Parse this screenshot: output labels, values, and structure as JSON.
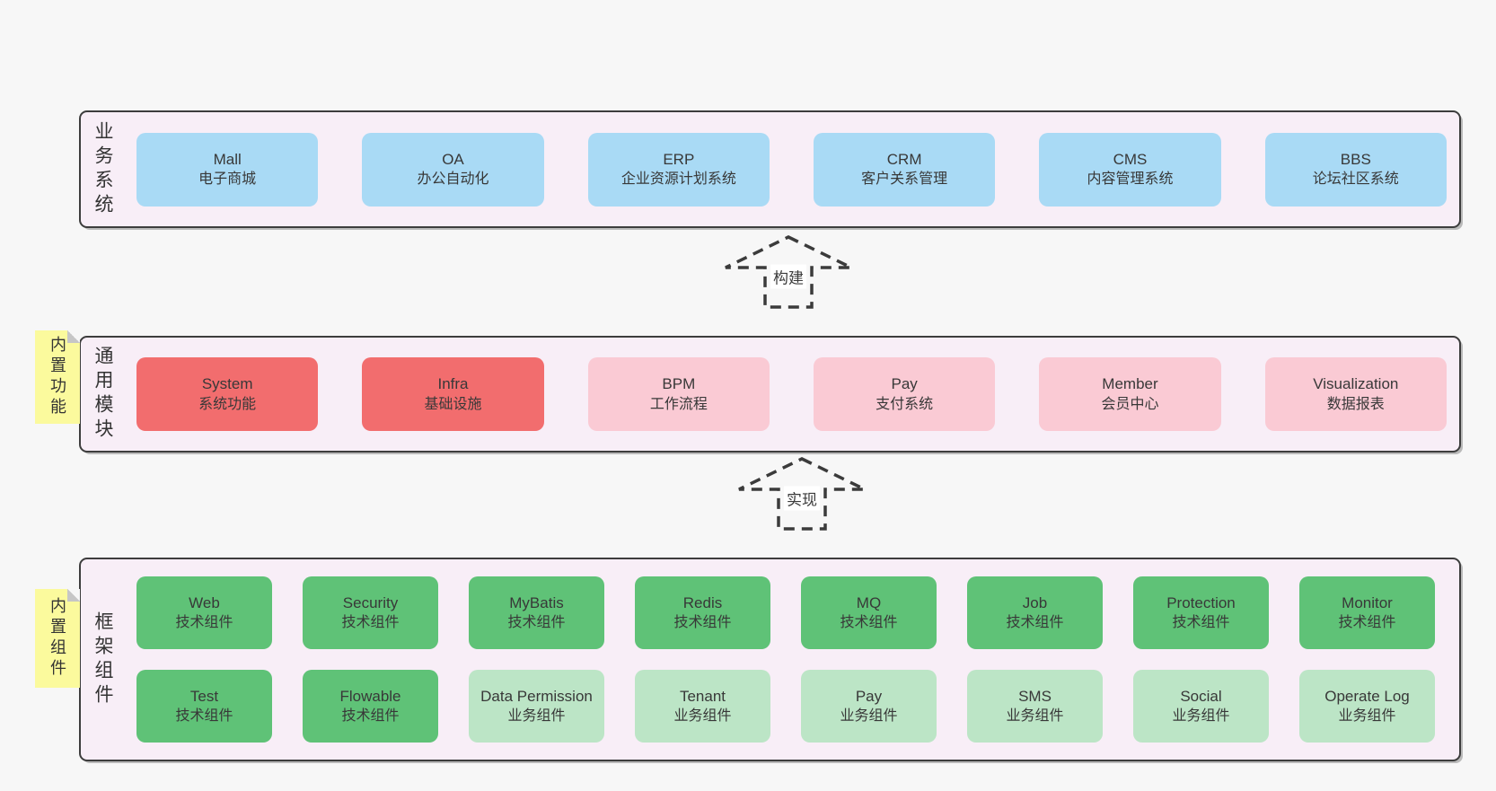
{
  "colors": {
    "page_bg": "#f7f7f7",
    "container_bg": "#f8eef7",
    "container_border": "#3d3d3d",
    "blue": "#a9daf5",
    "red": "#f26d6e",
    "pink": "#facad4",
    "green": "#5fc277",
    "green_light": "#bce5c6",
    "sticky": "#fbfa9d",
    "sticky_fold": "#c6c6c6",
    "arrow_stroke": "#3b3b3b",
    "label_bg": "#ffffff"
  },
  "arrows": [
    {
      "label": "构建"
    },
    {
      "label": "实现"
    }
  ],
  "layers": [
    {
      "id": "business",
      "side_label": "业务系统",
      "sticky": null,
      "rows": [
        [
          {
            "title": "Mall",
            "subtitle": "电子商城",
            "variant": "blue"
          },
          {
            "title": "OA",
            "subtitle": "办公自动化",
            "variant": "blue"
          },
          {
            "title": "ERP",
            "subtitle": "企业资源计划系统",
            "variant": "blue"
          },
          {
            "title": "CRM",
            "subtitle": "客户关系管理",
            "variant": "blue"
          },
          {
            "title": "CMS",
            "subtitle": "内容管理系统",
            "variant": "blue"
          },
          {
            "title": "BBS",
            "subtitle": "论坛社区系统",
            "variant": "blue"
          }
        ]
      ]
    },
    {
      "id": "modules",
      "side_label": "通用模块",
      "sticky": "内置功能",
      "rows": [
        [
          {
            "title": "System",
            "subtitle": "系统功能",
            "variant": "red"
          },
          {
            "title": "Infra",
            "subtitle": "基础设施",
            "variant": "red"
          },
          {
            "title": "BPM",
            "subtitle": "工作流程",
            "variant": "pink"
          },
          {
            "title": "Pay",
            "subtitle": "支付系统",
            "variant": "pink"
          },
          {
            "title": "Member",
            "subtitle": "会员中心",
            "variant": "pink"
          },
          {
            "title": "Visualization",
            "subtitle": "数据报表",
            "variant": "pink"
          }
        ]
      ]
    },
    {
      "id": "components",
      "side_label": "框架组件",
      "sticky": "内置组件",
      "rows": [
        [
          {
            "title": "Web",
            "subtitle": "技术组件",
            "variant": "green"
          },
          {
            "title": "Security",
            "subtitle": "技术组件",
            "variant": "green"
          },
          {
            "title": "MyBatis",
            "subtitle": "技术组件",
            "variant": "green"
          },
          {
            "title": "Redis",
            "subtitle": "技术组件",
            "variant": "green"
          },
          {
            "title": "MQ",
            "subtitle": "技术组件",
            "variant": "green"
          },
          {
            "title": "Job",
            "subtitle": "技术组件",
            "variant": "green"
          },
          {
            "title": "Protection",
            "subtitle": "技术组件",
            "variant": "green"
          },
          {
            "title": "Monitor",
            "subtitle": "技术组件",
            "variant": "green"
          }
        ],
        [
          {
            "title": "Test",
            "subtitle": "技术组件",
            "variant": "green"
          },
          {
            "title": "Flowable",
            "subtitle": "技术组件",
            "variant": "green"
          },
          {
            "title": "Data Permission",
            "subtitle": "业务组件",
            "variant": "green_light"
          },
          {
            "title": "Tenant",
            "subtitle": "业务组件",
            "variant": "green_light"
          },
          {
            "title": "Pay",
            "subtitle": "业务组件",
            "variant": "green_light"
          },
          {
            "title": "SMS",
            "subtitle": "业务组件",
            "variant": "green_light"
          },
          {
            "title": "Social",
            "subtitle": "业务组件",
            "variant": "green_light"
          },
          {
            "title": "Operate Log",
            "subtitle": "业务组件",
            "variant": "green_light"
          }
        ]
      ]
    }
  ]
}
